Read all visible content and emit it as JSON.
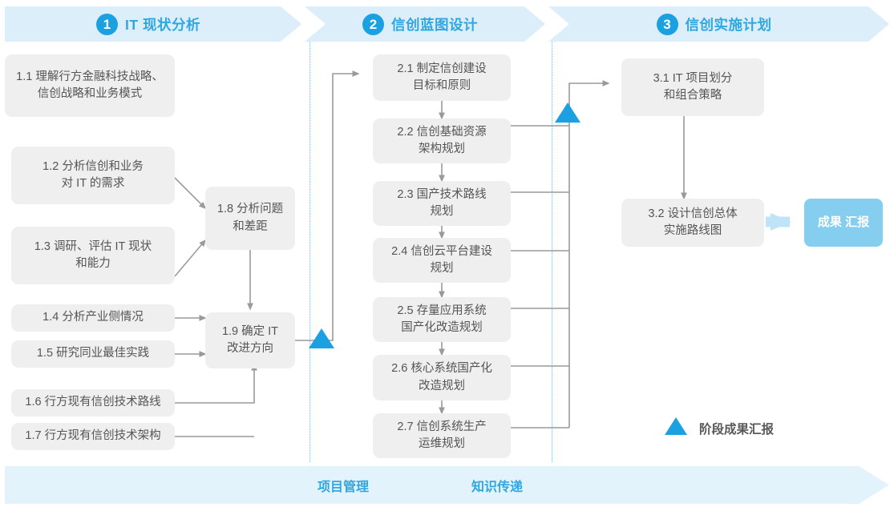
{
  "phases": [
    {
      "number": "1",
      "title": "IT 现状分析"
    },
    {
      "number": "2",
      "title": "信创蓝图设计"
    },
    {
      "number": "3",
      "title": "信创实施计划"
    }
  ],
  "column1": {
    "inputs": [
      {
        "id": "1.1",
        "line1": "1.1 理解行方金融科技战略、",
        "line2": "信创战略和业务模式"
      },
      {
        "id": "1.2",
        "line1": "1.2 分析信创和业务",
        "line2": "对 IT 的需求"
      },
      {
        "id": "1.3",
        "line1": "1.3 调研、评估 IT 现状",
        "line2": "和能力"
      },
      {
        "id": "1.4",
        "line1": "1.4 分析产业侧情况",
        "line2": ""
      },
      {
        "id": "1.5",
        "line1": "1.5 研究同业最佳实践",
        "line2": ""
      },
      {
        "id": "1.6",
        "line1": "1.6 行方现有信创技术路线",
        "line2": ""
      },
      {
        "id": "1.7",
        "line1": "1.7 行方现有信创技术架构",
        "line2": ""
      }
    ],
    "outputs": [
      {
        "id": "1.8",
        "line1": "1.8 分析问题",
        "line2": "和差距"
      },
      {
        "id": "1.9",
        "line1": "1.9 确定 IT",
        "line2": "改进方向"
      }
    ]
  },
  "column2": {
    "items": [
      {
        "id": "2.1",
        "line1": "2.1 制定信创建设",
        "line2": "目标和原则"
      },
      {
        "id": "2.2",
        "line1": "2.2 信创基础资源",
        "line2": "架构规划"
      },
      {
        "id": "2.3",
        "line1": "2.3 国产技术路线",
        "line2": "规划"
      },
      {
        "id": "2.4",
        "line1": "2.4 信创云平台建设",
        "line2": "规划"
      },
      {
        "id": "2.5",
        "line1": "2.5 存量应用系统",
        "line2": "国产化改造规划"
      },
      {
        "id": "2.6",
        "line1": "2.6 核心系统国产化",
        "line2": "改造规划"
      },
      {
        "id": "2.7",
        "line1": "2.7 信创系统生产",
        "line2": "运维规划"
      }
    ]
  },
  "column3": {
    "items": [
      {
        "id": "3.1",
        "line1": "3.1 IT 项目划分",
        "line2": "和组合策略"
      },
      {
        "id": "3.2",
        "line1": "3.2 设计信创总体",
        "line2": "实施路线图"
      }
    ],
    "result": {
      "line1": "成果",
      "line2": "汇报"
    }
  },
  "legend": {
    "label": "阶段成果汇报",
    "icon": "triangle-milestone-icon"
  },
  "bottom": {
    "labels": [
      "项目管理",
      "知识传递"
    ]
  },
  "colors": {
    "accent": "#1BA1E2",
    "title": "#2FA7E0",
    "band": "#dceefa",
    "bottom_band": "#e3f3fb",
    "box": "#efefef",
    "box_text": "#555555",
    "result": "#85CEF0",
    "wire": "#9a9a9a",
    "separator": "#5bc2ea"
  }
}
